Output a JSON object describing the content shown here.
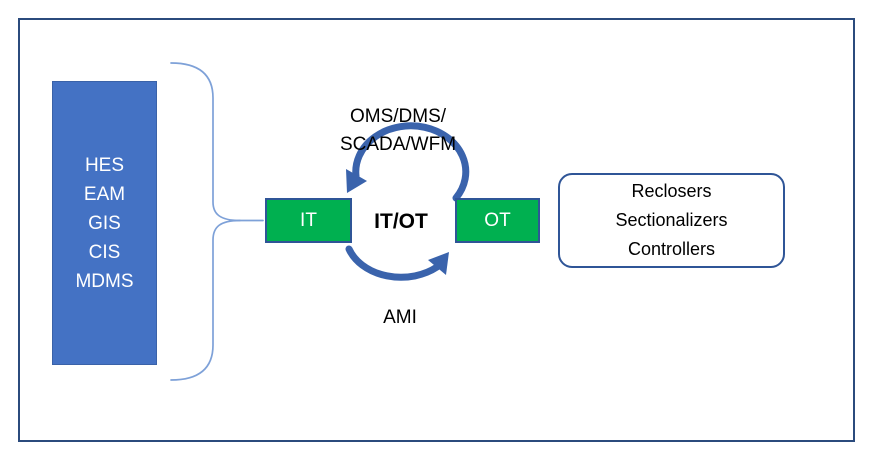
{
  "diagram": {
    "left_stack": {
      "items": [
        "HES",
        "EAM",
        "GIS",
        "CIS",
        "MDMS"
      ]
    },
    "center": {
      "it_label": "IT",
      "ot_label": "OT",
      "junction_label": "IT/OT",
      "top_flow_line1": "OMS/DMS/",
      "top_flow_line2": "SCADA/WFM",
      "bottom_flow_label": "AMI"
    },
    "right_box": {
      "items": [
        "Reclosers",
        "Sectionalizers",
        "Controllers"
      ]
    },
    "colors": {
      "left_stack_fill": "#4472C4",
      "green_fill": "#00B050",
      "green_border": "#2F5597",
      "arrow_blue": "#3A63AC",
      "brace_blue": "#7EA1D8",
      "frame_border": "#2B4B7D",
      "text_on_fill": "#FFFFFF",
      "text_default": "#000000"
    }
  }
}
